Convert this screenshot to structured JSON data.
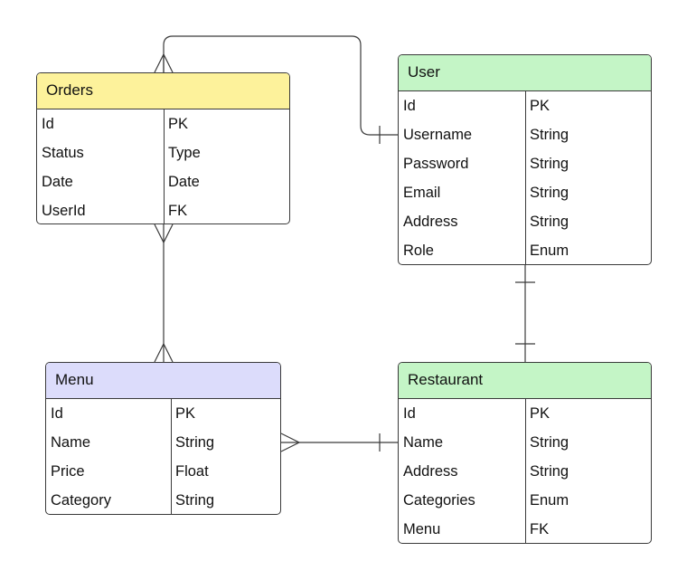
{
  "entities": {
    "orders": {
      "title": "Orders",
      "header_color": "#fdf29b",
      "rows": [
        {
          "field": "Id",
          "type": "PK"
        },
        {
          "field": "Status",
          "type": "Type"
        },
        {
          "field": "Date",
          "type": "Date"
        },
        {
          "field": "UserId",
          "type": "FK"
        }
      ]
    },
    "user": {
      "title": "User",
      "header_color": "#c4f5c6",
      "rows": [
        {
          "field": "Id",
          "type": "PK"
        },
        {
          "field": "Username",
          "type": "String"
        },
        {
          "field": "Password",
          "type": "String"
        },
        {
          "field": "Email",
          "type": "String"
        },
        {
          "field": "Address",
          "type": "String"
        },
        {
          "field": "Role",
          "type": "Enum"
        }
      ]
    },
    "menu": {
      "title": "Menu",
      "header_color": "#dcdcfb",
      "rows": [
        {
          "field": "Id",
          "type": "PK"
        },
        {
          "field": "Name",
          "type": "String"
        },
        {
          "field": "Price",
          "type": "Float"
        },
        {
          "field": "Category",
          "type": "String"
        }
      ]
    },
    "restaurant": {
      "title": "Restaurant",
      "header_color": "#c4f5c6",
      "rows": [
        {
          "field": "Id",
          "type": "PK"
        },
        {
          "field": "Name",
          "type": "String"
        },
        {
          "field": "Address",
          "type": "String"
        },
        {
          "field": "Categories",
          "type": "Enum"
        },
        {
          "field": "Menu",
          "type": "FK"
        }
      ]
    }
  },
  "relationships": [
    {
      "from": "orders",
      "from_end": "many",
      "to": "user",
      "to_end": "one"
    },
    {
      "from": "orders",
      "from_end": "many",
      "to": "menu",
      "to_end": "many"
    },
    {
      "from": "user",
      "from_end": "one",
      "to": "restaurant",
      "to_end": "one"
    },
    {
      "from": "menu",
      "from_end": "many",
      "to": "restaurant",
      "to_end": "one"
    }
  ]
}
